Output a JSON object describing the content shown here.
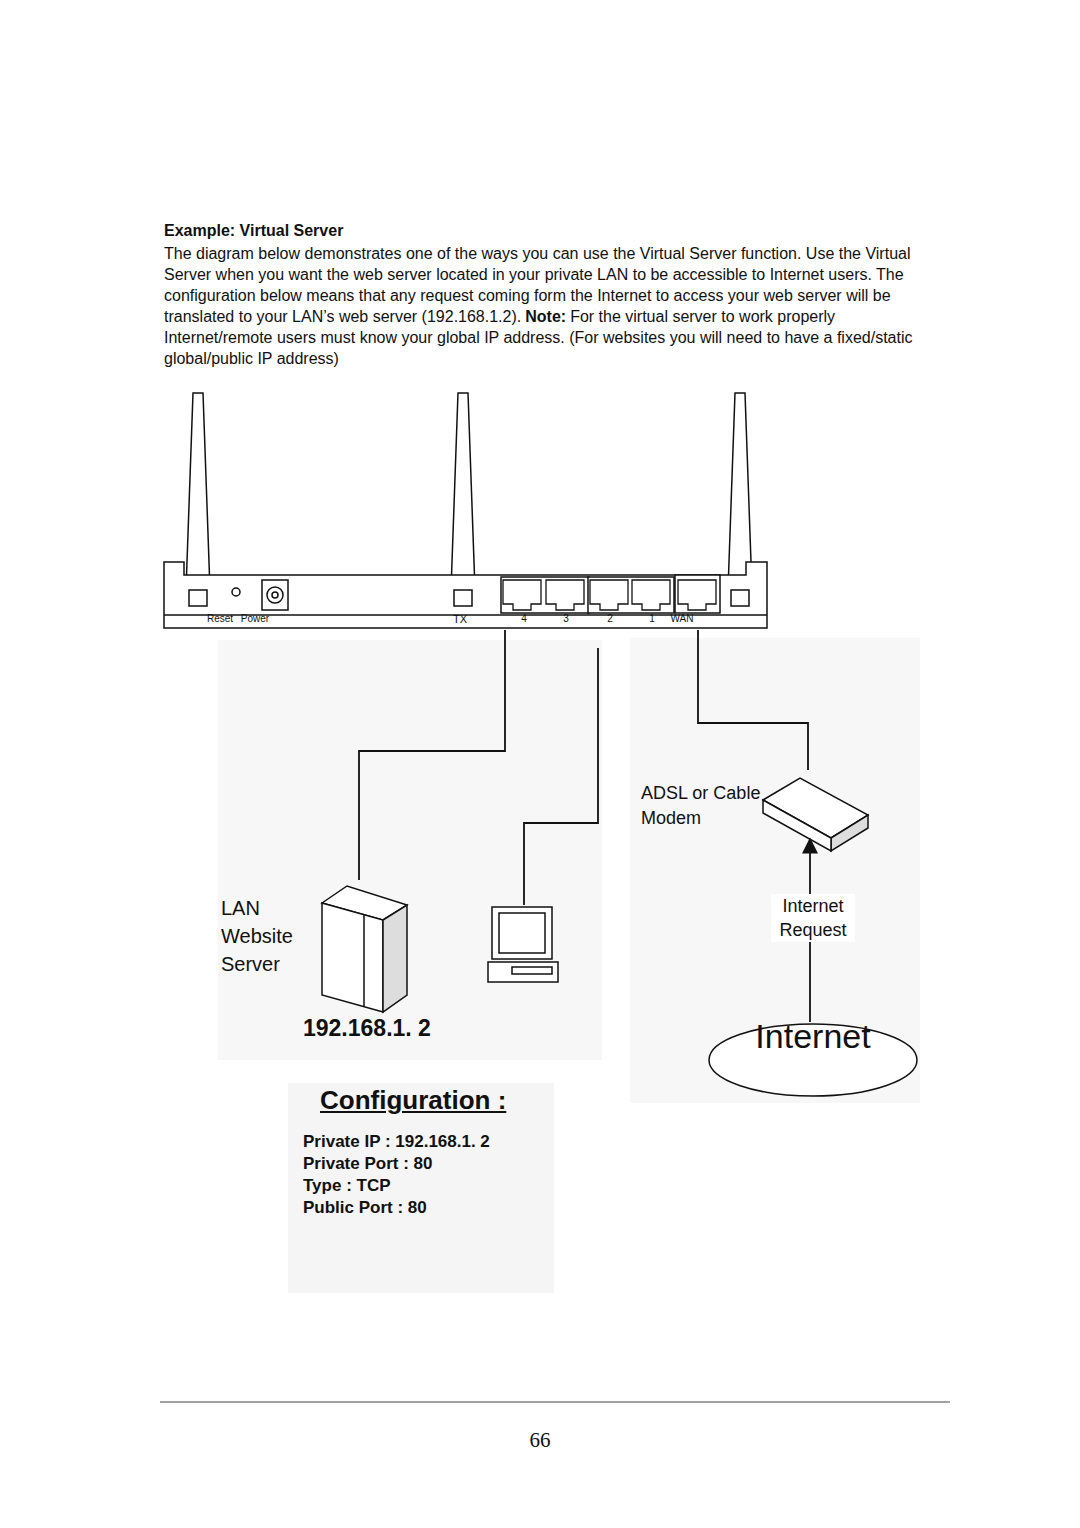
{
  "diagram": {
    "title": "Example: Virtual Server",
    "nodes": [
      {
        "text": [
          "Reset",
          "Power",
          "TX",
          "4",
          "3",
          "2",
          "1",
          "WAN"
        ]
      },
      {
        "text": [
          "LAN Website Server",
          "192.168.1. 2"
        ]
      },
      {
        "text": [
          "ADSL or Cable Modem"
        ]
      },
      {
        "text": [
          "Internet"
        ]
      },
      {
        "text": [
          "Configuration :",
          "Private IP : 192.168.1. 2",
          "Private Port : 80",
          "Type : TCP",
          "Public Port : 80"
        ]
      }
    ],
    "edges": [
      {
        "from": 0,
        "to": 1,
        "arrow": "none"
      },
      {
        "from": 0,
        "to": 2,
        "arrow": "none"
      },
      {
        "from": 3,
        "to": 2,
        "label": "Internet Request",
        "arrow": "to"
      }
    ],
    "labels": [
      "The diagram below demonstrates one of the ways you can use the Virtual Server function. Use the Virtual Server when you want the web server located in your private LAN to be accessible to Internet users. The configuration below means that any request coming form the Internet to access your web server will be translated to your LAN’s web server (192.168.1.2).",
      "Note:",
      "For the virtual server to work properly Internet/remote users must know your global IP address. (For websites you will need to have a fixed/static global/public IP address)",
      "66"
    ]
  }
}
